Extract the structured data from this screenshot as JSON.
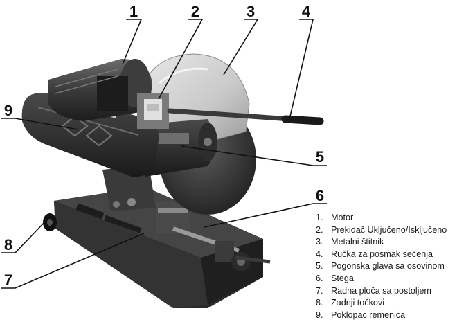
{
  "callouts": [
    {
      "num": "1"
    },
    {
      "num": "2"
    },
    {
      "num": "3"
    },
    {
      "num": "4"
    },
    {
      "num": "5"
    },
    {
      "num": "6"
    },
    {
      "num": "7"
    },
    {
      "num": "8"
    },
    {
      "num": "9"
    }
  ],
  "legend": [
    {
      "num": "1.",
      "text": "Motor"
    },
    {
      "num": "2.",
      "text": "Prekidač Uključeno/Isključeno"
    },
    {
      "num": "3.",
      "text": "Metalni štitnik"
    },
    {
      "num": "4.",
      "text": "Ručka za posmak sečenja"
    },
    {
      "num": "5.",
      "text": "Pogonska glava sa osovinom"
    },
    {
      "num": "6.",
      "text": "Stega"
    },
    {
      "num": "7.",
      "text": "Radna ploča sa postoljem"
    },
    {
      "num": "8.",
      "text": "Zadnji točkovi"
    },
    {
      "num": "9.",
      "text": "Poklopac remenica"
    }
  ]
}
